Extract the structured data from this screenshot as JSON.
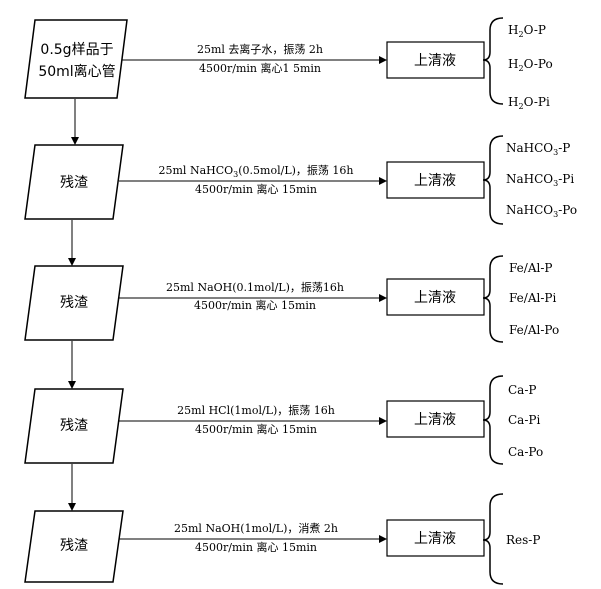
{
  "start": {
    "line1": "0.5g样品于",
    "line2": "50ml离心管"
  },
  "residue_label": "残渣",
  "supernatant_label": "上清液",
  "steps": [
    {
      "cond1": "25ml 去离子水，振荡 2h",
      "cond2": "4500r/min 离心1 5min",
      "fractions": [
        [
          "H",
          "2",
          "O-P"
        ],
        [
          "H",
          "2",
          "O-Po"
        ],
        [
          "H",
          "2",
          "O-Pi"
        ]
      ]
    },
    {
      "cond1_parts": [
        "25ml NaHCO",
        "3",
        "(0.5mol/L)，振荡 16h"
      ],
      "cond2": "4500r/min 离心 15min",
      "fractions": [
        [
          "NaHCO",
          "3",
          "-P"
        ],
        [
          "NaHCO",
          "3",
          "-Pi"
        ],
        [
          "NaHCO",
          "3",
          "-Po"
        ]
      ]
    },
    {
      "cond1": "25ml NaOH(0.1mol/L)，振荡16h",
      "cond2": "4500r/min 离心 15min",
      "fractions": [
        [
          "Fe/Al-P"
        ],
        [
          "Fe/Al-Pi"
        ],
        [
          "Fe/Al-Po"
        ]
      ]
    },
    {
      "cond1": "25ml HCl(1mol/L)，振荡 16h",
      "cond2": "4500r/min 离心 15min",
      "fractions": [
        [
          "Ca-P"
        ],
        [
          "Ca-Pi"
        ],
        [
          "Ca-Po"
        ]
      ]
    },
    {
      "cond1": "25ml NaOH(1mol/L)，消煮 2h",
      "cond2": "4500r/min 离心 15min",
      "fractions": [
        [
          "Res-P"
        ]
      ]
    }
  ]
}
